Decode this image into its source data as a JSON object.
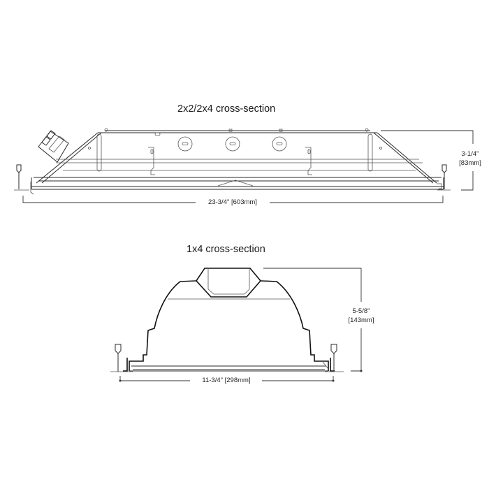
{
  "diagram": {
    "sections": [
      {
        "title": "2x2/2x4 cross-section",
        "width_dimension": "23-3/4\" [603mm]",
        "height_dimension_inch": "3-1/4\"",
        "height_dimension_mm": "[83mm]"
      },
      {
        "title": "1x4 cross-section",
        "width_dimension": "11-3/4\" [298mm]",
        "height_dimension_inch": "5-5/8\"",
        "height_dimension_mm": "[143mm]"
      }
    ],
    "colors": {
      "line": "#2a2a2a",
      "background": "#ffffff"
    }
  }
}
